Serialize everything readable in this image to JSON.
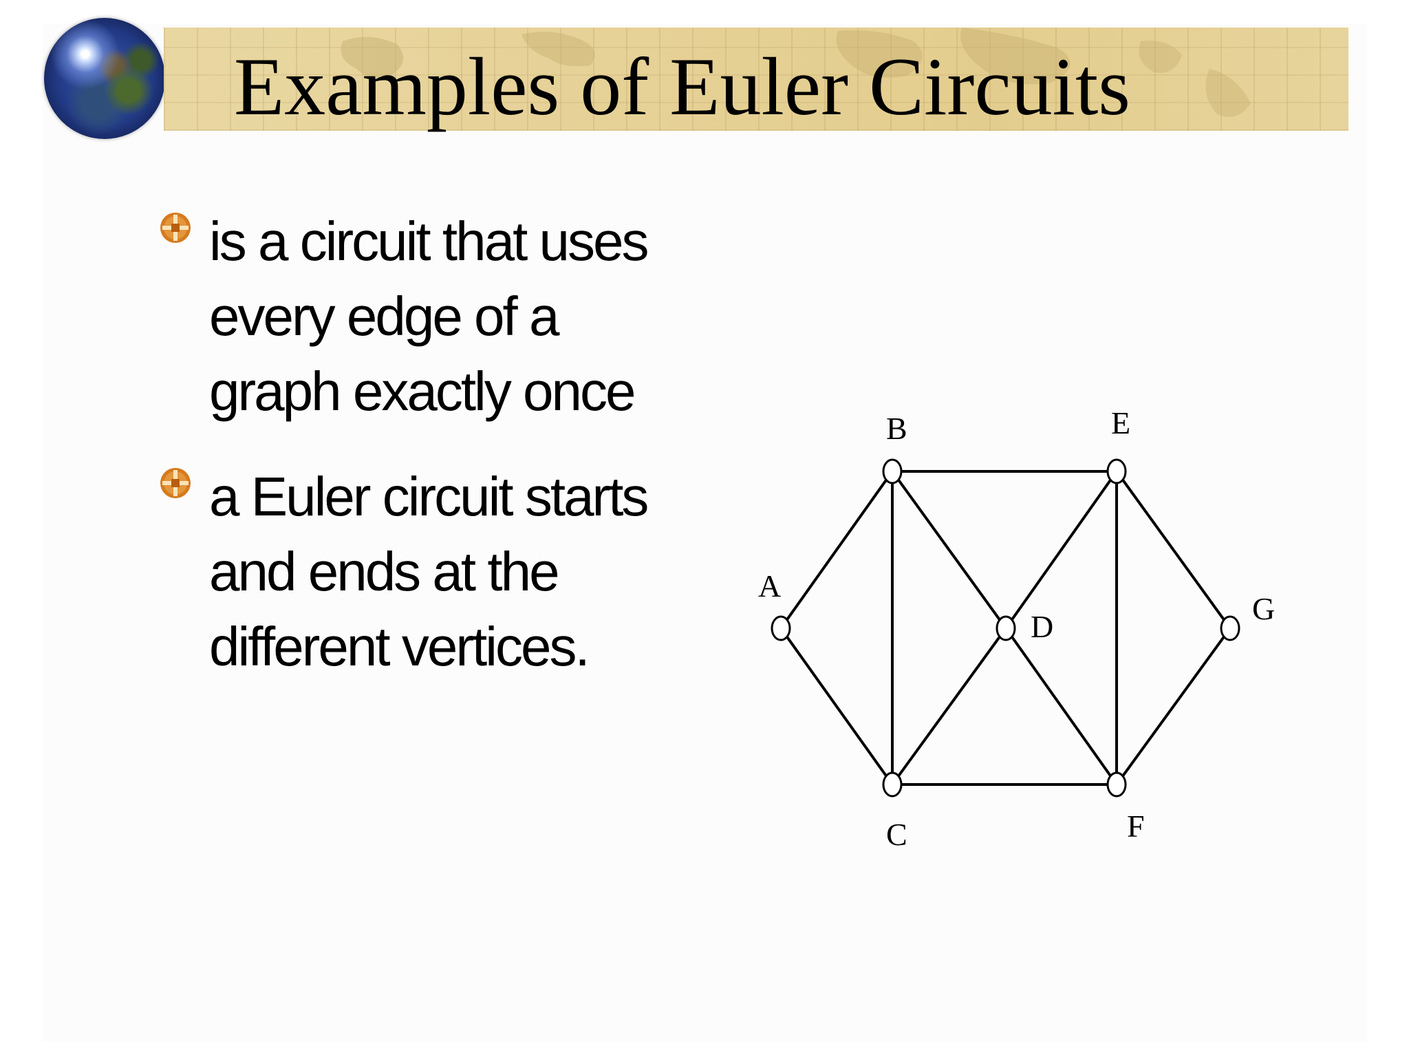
{
  "slide": {
    "title": "Examples of Euler Circuits",
    "bullets": [
      {
        "icon": "compass-bullet-icon",
        "text": "is a circuit that uses every edge of a graph exactly once"
      },
      {
        "icon": "compass-bullet-icon",
        "text": "a Euler circuit starts and ends at the different vertices."
      }
    ],
    "accent_color": "#d67a1e",
    "banner_color": "#e6d196"
  },
  "graph": {
    "vertices": [
      "A",
      "B",
      "C",
      "D",
      "E",
      "F",
      "G"
    ],
    "edges": [
      [
        "A",
        "B"
      ],
      [
        "A",
        "C"
      ],
      [
        "B",
        "C"
      ],
      [
        "B",
        "D"
      ],
      [
        "C",
        "D"
      ],
      [
        "B",
        "E"
      ],
      [
        "C",
        "F"
      ],
      [
        "D",
        "E"
      ],
      [
        "D",
        "F"
      ],
      [
        "E",
        "F"
      ],
      [
        "E",
        "G"
      ],
      [
        "F",
        "G"
      ]
    ]
  }
}
